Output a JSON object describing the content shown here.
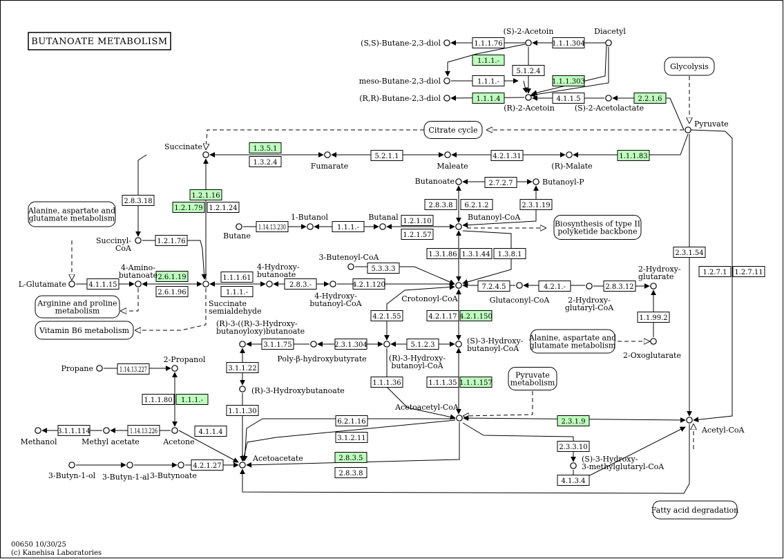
{
  "title": "BUTANOATE  METABOLISM",
  "footer": {
    "map_id": "00650 10/30/25",
    "copyright": "(c) Kanehisa Laboratories"
  },
  "colors": {
    "enzyme_present": "#bfffbf",
    "enzyme_absent": "#ffffff",
    "line": "#000000"
  },
  "compounds": [
    "(S,S)-Butane-2,3-diol",
    "(S)-2-Acetoin",
    "Diacetyl",
    "meso-Butane-2,3-diol",
    "(R,R)-Butane-2,3-diol",
    "(R)-2-Acetoin",
    "(S)-2-Acetolactate",
    "Pyruvate",
    "Succinate",
    "Fumarate",
    "Maleate",
    "(R)-Malate",
    "Butanoate",
    "Butanoyl-P",
    "1-Butanol",
    "Butanal",
    "Butanoyl-CoA",
    "Butane",
    "Succinyl-CoA",
    "3-Butenoyl-CoA",
    "4-Amino-butanoate",
    "L-Glutamate",
    "Succinate semialdehyde",
    "4-Hydroxy-butanoate",
    "4-Hydroxy-butanoyl-CoA",
    "Crotonoyl-CoA",
    "Glutaconyl-CoA",
    "2-Hydroxy-glutarate",
    "2-Hydroxy-glutaryl-CoA",
    "2-Oxoglutarate",
    "(R)-3-((R)-3-Hydroxy-butanoyloxy)butanoate",
    "Poly-β-hydroxybutyrate",
    "(R)-3-Hydroxy-butanoyl-CoA",
    "(S)-3-Hydroxy-butanoyl-CoA",
    "(R)-3-Hydroxybutanoate",
    "Propane",
    "2-Propanol",
    "Acetoacetyl-CoA",
    "Acetyl-CoA",
    "Methanol",
    "Methyl acetate",
    "Acetone",
    "Acetoacetate",
    "3-Butyn-1-ol",
    "3-Butyn-1-al",
    "3-Butynoate",
    "(S)-3-Hydroxy-3-methylglutaryl-CoA"
  ],
  "enzymes": [
    {
      "ec": "1.1.1.76",
      "present": false
    },
    {
      "ec": "1.1.1.304",
      "present": false
    },
    {
      "ec": "1.1.1.-",
      "present": true
    },
    {
      "ec": "5.1.2.4",
      "present": false
    },
    {
      "ec": "1.1.1.-",
      "present": false
    },
    {
      "ec": "1.1.1.303",
      "present": true
    },
    {
      "ec": "1.1.1.4",
      "present": true
    },
    {
      "ec": "4.1.1.5",
      "present": false
    },
    {
      "ec": "2.2.1.6",
      "present": true
    },
    {
      "ec": "1.3.5.1",
      "present": true
    },
    {
      "ec": "1.3.2.4",
      "present": false
    },
    {
      "ec": "5.2.1.1",
      "present": false
    },
    {
      "ec": "4.2.1.31",
      "present": false
    },
    {
      "ec": "1.1.1.83",
      "present": true
    },
    {
      "ec": "2.7.2.7",
      "present": false
    },
    {
      "ec": "2.8.3.8",
      "present": false
    },
    {
      "ec": "6.2.1.2",
      "present": false
    },
    {
      "ec": "2.3.1.19",
      "present": false
    },
    {
      "ec": "2.8.3.18",
      "present": false
    },
    {
      "ec": "1.2.1.16",
      "present": true
    },
    {
      "ec": "1.2.1.79",
      "present": true
    },
    {
      "ec": "1.2.1.24",
      "present": false
    },
    {
      "ec": "1.14.13.230",
      "present": false
    },
    {
      "ec": "1.1.1.-",
      "present": false
    },
    {
      "ec": "1.2.1.10",
      "present": false
    },
    {
      "ec": "1.2.1.57",
      "present": false
    },
    {
      "ec": "1.2.1.76",
      "present": false
    },
    {
      "ec": "1.3.1.86",
      "present": false
    },
    {
      "ec": "1.3.1.44",
      "present": false
    },
    {
      "ec": "1.3.8.1",
      "present": false
    },
    {
      "ec": "4.1.1.15",
      "present": false
    },
    {
      "ec": "2.6.1.19",
      "present": true
    },
    {
      "ec": "2.6.1.96",
      "present": false
    },
    {
      "ec": "1.1.1.61",
      "present": false
    },
    {
      "ec": "1.1.1.-",
      "present": false
    },
    {
      "ec": "2.8.3.-",
      "present": false
    },
    {
      "ec": "4.2.1.120",
      "present": false
    },
    {
      "ec": "5.3.3.3",
      "present": false
    },
    {
      "ec": "7.2.4.5",
      "present": false
    },
    {
      "ec": "4.2.1.-",
      "present": false
    },
    {
      "ec": "2.8.3.12",
      "present": false
    },
    {
      "ec": "1.1.99.2",
      "present": false
    },
    {
      "ec": "2.3.1.54",
      "present": false
    },
    {
      "ec": "1.2.7.1",
      "present": false
    },
    {
      "ec": "1.2.7.11",
      "present": false
    },
    {
      "ec": "4.2.1.55",
      "present": false
    },
    {
      "ec": "4.2.1.17",
      "present": false
    },
    {
      "ec": "4.2.1.150",
      "present": true
    },
    {
      "ec": "3.1.1.75",
      "present": false
    },
    {
      "ec": "2.3.1.304",
      "present": false
    },
    {
      "ec": "5.1.2.3",
      "present": false
    },
    {
      "ec": "3.1.1.22",
      "present": false
    },
    {
      "ec": "1.1.1.36",
      "present": false
    },
    {
      "ec": "1.1.1.35",
      "present": false
    },
    {
      "ec": "1.1.1.157",
      "present": true
    },
    {
      "ec": "1.14.13.227",
      "present": false
    },
    {
      "ec": "1.1.1.80",
      "present": false
    },
    {
      "ec": "1.1.1.-",
      "present": true
    },
    {
      "ec": "1.1.1.30",
      "present": false
    },
    {
      "ec": "3.1.1.114",
      "present": false
    },
    {
      "ec": "1.14.13.226",
      "present": false
    },
    {
      "ec": "4.1.1.4",
      "present": false
    },
    {
      "ec": "6.2.1.16",
      "present": false
    },
    {
      "ec": "3.1.2.11",
      "present": false
    },
    {
      "ec": "2.8.3.5",
      "present": true
    },
    {
      "ec": "2.8.3.8",
      "present": false
    },
    {
      "ec": "4.2.1.27",
      "present": false
    },
    {
      "ec": "2.3.1.9",
      "present": true
    },
    {
      "ec": "2.3.3.10",
      "present": false
    },
    {
      "ec": "4.1.3.4",
      "present": false
    }
  ],
  "maps": [
    "Glycolysis",
    "Citrate cycle",
    "Alanine, aspartate and glutamate metabolism",
    "Biosynthesis of type II polyketide backbone",
    "Arginine and proline metabolism",
    "Vitamin B6 metabolism",
    "Alanine, aspartate and glutamate metabolism",
    "Pyruvate metabolism",
    "Fatty acid degradation"
  ]
}
